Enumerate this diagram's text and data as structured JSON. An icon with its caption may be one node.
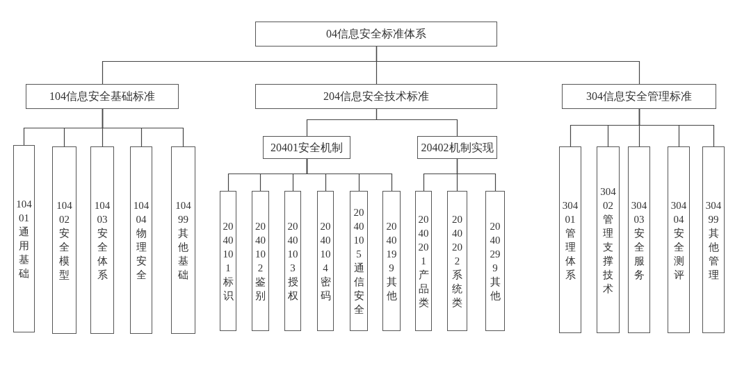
{
  "diagram": {
    "nodes": [
      {
        "text": [
          "04信息安全标准体系"
        ]
      },
      {
        "text": [
          "104信息安全基础标准"
        ]
      },
      {
        "text": [
          "204信息安全技术标准"
        ]
      },
      {
        "text": [
          "304信息安全管理标准"
        ]
      },
      {
        "text": [
          "20401安全机制"
        ]
      },
      {
        "text": [
          "20402机制实现"
        ]
      },
      {
        "text": [
          "10401通用基础"
        ]
      },
      {
        "text": [
          "10402安全模型"
        ]
      },
      {
        "text": [
          "10403安全体系"
        ]
      },
      {
        "text": [
          "10404物理安全"
        ]
      },
      {
        "text": [
          "10499其他基础"
        ]
      },
      {
        "text": [
          "2040101标识"
        ]
      },
      {
        "text": [
          "2040102鉴别"
        ]
      },
      {
        "text": [
          "2040103授权"
        ]
      },
      {
        "text": [
          "2040104密码"
        ]
      },
      {
        "text": [
          "2040105通信安全"
        ]
      },
      {
        "text": [
          "2040199其他"
        ]
      },
      {
        "text": [
          "2040201产品类"
        ]
      },
      {
        "text": [
          "2040202系统类"
        ]
      },
      {
        "text": [
          "2040299其他"
        ]
      },
      {
        "text": [
          "30401管理体系"
        ]
      },
      {
        "text": [
          "30402管理支撑技术"
        ]
      },
      {
        "text": [
          "30403安全服务"
        ]
      },
      {
        "text": [
          "30404安全测评"
        ]
      },
      {
        "text": [
          "30499其他管理"
        ]
      }
    ],
    "edges": [
      {
        "from": 0,
        "to": 1,
        "arrow": "none"
      },
      {
        "from": 0,
        "to": 2,
        "arrow": "none"
      },
      {
        "from": 0,
        "to": 3,
        "arrow": "none"
      },
      {
        "from": 1,
        "to": 6,
        "arrow": "none"
      },
      {
        "from": 1,
        "to": 7,
        "arrow": "none"
      },
      {
        "from": 1,
        "to": 8,
        "arrow": "none"
      },
      {
        "from": 1,
        "to": 9,
        "arrow": "none"
      },
      {
        "from": 1,
        "to": 10,
        "arrow": "none"
      },
      {
        "from": 2,
        "to": 4,
        "arrow": "none"
      },
      {
        "from": 2,
        "to": 5,
        "arrow": "none"
      },
      {
        "from": 4,
        "to": 11,
        "arrow": "none"
      },
      {
        "from": 4,
        "to": 12,
        "arrow": "none"
      },
      {
        "from": 4,
        "to": 13,
        "arrow": "none"
      },
      {
        "from": 4,
        "to": 14,
        "arrow": "none"
      },
      {
        "from": 4,
        "to": 15,
        "arrow": "none"
      },
      {
        "from": 4,
        "to": 16,
        "arrow": "none"
      },
      {
        "from": 5,
        "to": 17,
        "arrow": "none"
      },
      {
        "from": 5,
        "to": 18,
        "arrow": "none"
      },
      {
        "from": 5,
        "to": 19,
        "arrow": "none"
      },
      {
        "from": 3,
        "to": 20,
        "arrow": "none"
      },
      {
        "from": 3,
        "to": 21,
        "arrow": "none"
      },
      {
        "from": 3,
        "to": 22,
        "arrow": "none"
      },
      {
        "from": 3,
        "to": 23,
        "arrow": "none"
      },
      {
        "from": 3,
        "to": 24,
        "arrow": "none"
      }
    ]
  }
}
